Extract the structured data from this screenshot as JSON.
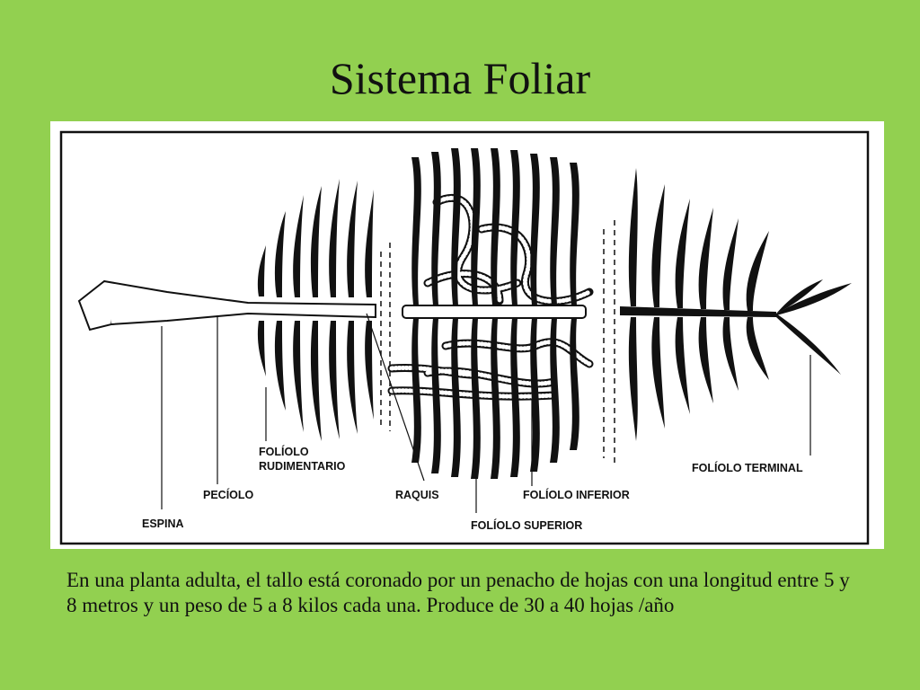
{
  "title": "Sistema Foliar",
  "figure": {
    "labels": {
      "espina": "ESPINA",
      "peciolo": "PECÍOLO",
      "foliolo_rudimentario_1": "FOLÍOLO",
      "foliolo_rudimentario_2": "RUDIMENTARIO",
      "raquis": "RAQUIS",
      "foliolo_inferior": "FOLÍOLO INFERIOR",
      "foliolo_superior": "FOLÍOLO SUPERIOR",
      "foliolo_terminal": "FOLÍOLO TERMINAL"
    }
  },
  "caption": "En una planta adulta, el tallo está coronado por un penacho de hojas con una longitud entre 5 y 8 metros y un peso de 5 a 8 kilos cada una. Produce de 30 a 40 hojas /año"
}
